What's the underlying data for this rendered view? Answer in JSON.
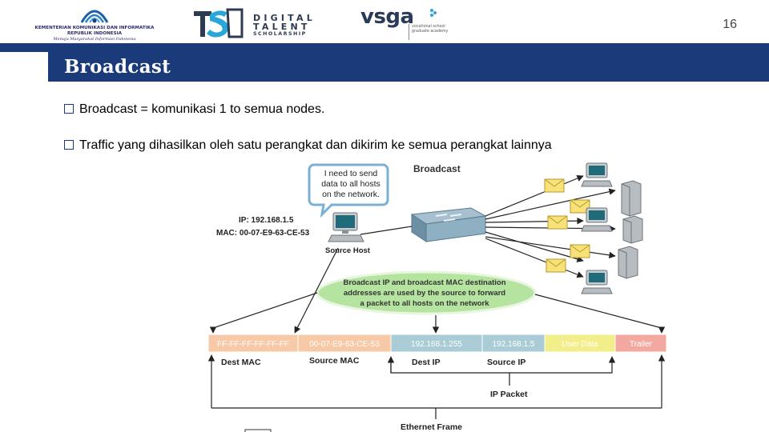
{
  "header": {
    "kominfo_logo": {
      "line1": "KEMENTERIAN KOMUNIKASI DAN INFORMATIKA",
      "line2": "REPUBLIK INDONESIA",
      "line3": "Menuju Masyarakat Informasi Indonesia"
    },
    "dts_logo": {
      "line1": "DIGITAL",
      "line2": "TALENT",
      "line3": "SCHOLARSHIP"
    },
    "vsga_logo": {
      "word": "vsga",
      "tagline": "vocational school graduate academy"
    },
    "page_number": "16",
    "accent_color": "#1b3a7a"
  },
  "slide": {
    "title": "Broadcast",
    "bullets": [
      "Broadcast = komunikasi 1 to semua nodes.",
      "Traffic yang dihasilkan oleh satu perangkat dan dikirim ke semua perangkat lainnya"
    ]
  },
  "diagram": {
    "title": "Broadcast",
    "speech_bubble": [
      "I need to send",
      "data to all hosts",
      "on the network."
    ],
    "source_ip": "IP: 192.168.1.5",
    "source_mac": "MAC: 00-07-E9-63-CE-53",
    "source_host_label": "Source Host",
    "callout": [
      "Broadcast IP and broadcast MAC destination",
      "addresses are used by the source to forward",
      "a packet to all hosts on the network"
    ],
    "frame_fields": [
      {
        "text": "FF-FF-FF-FF-FF-FF",
        "color": "#f7c9a6"
      },
      {
        "text": "00-07-E9-63-CE-53",
        "color": "#f7c9a6"
      },
      {
        "text": "192.168.1.255",
        "color": "#a9ccd6"
      },
      {
        "text": "192.168.1.5",
        "color": "#a9ccd6"
      },
      {
        "text": "User Data",
        "color": "#f2ef8a"
      },
      {
        "text": "Trailer",
        "color": "#f4a9a0"
      }
    ],
    "labels": {
      "dest_mac": "Dest MAC",
      "source_mac": "Source MAC",
      "dest_ip": "Dest IP",
      "source_ip": "Source IP",
      "ip_packet": "IP Packet",
      "ethernet_frame": "Ethernet Frame"
    }
  }
}
